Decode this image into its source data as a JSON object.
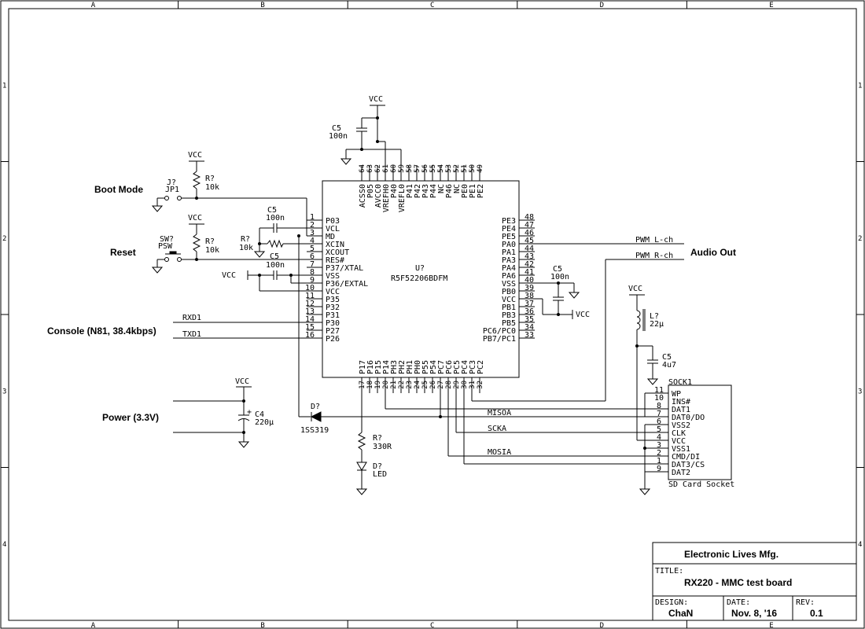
{
  "frame": {
    "columns": [
      "A",
      "B",
      "C",
      "D",
      "E"
    ],
    "rows": [
      "1",
      "2",
      "3",
      "4"
    ]
  },
  "title_block": {
    "company": "Electronic Lives Mfg.",
    "title_label": "TITLE:",
    "title": "RX220 - MMC test board",
    "design_label": "DESIGN:",
    "designer": "ChaN",
    "date_label": "DATE:",
    "date": "Nov. 8, '16",
    "rev_label": "REV:",
    "rev": "0.1"
  },
  "sections": {
    "boot_mode": "Boot Mode",
    "reset": "Reset",
    "console": "Console (N81, 38.4kbps)",
    "power": "Power (3.3V)",
    "audio_out": "Audio Out"
  },
  "mcu": {
    "ref": "U?",
    "part": "R5F52206BDFM",
    "left_pins": [
      {
        "num": "1",
        "name": "P03"
      },
      {
        "num": "2",
        "name": "VCL"
      },
      {
        "num": "3",
        "name": "MD"
      },
      {
        "num": "4",
        "name": "XCIN"
      },
      {
        "num": "5",
        "name": "XCOUT"
      },
      {
        "num": "6",
        "name": "RES#"
      },
      {
        "num": "7",
        "name": "P37/XTAL"
      },
      {
        "num": "8",
        "name": "VSS"
      },
      {
        "num": "9",
        "name": "P36/EXTAL"
      },
      {
        "num": "10",
        "name": "VCC"
      },
      {
        "num": "11",
        "name": "P35"
      },
      {
        "num": "12",
        "name": "P32"
      },
      {
        "num": "13",
        "name": "P31"
      },
      {
        "num": "14",
        "name": "P30"
      },
      {
        "num": "15",
        "name": "P27"
      },
      {
        "num": "16",
        "name": "P26"
      }
    ],
    "right_pins": [
      {
        "num": "48",
        "name": "PE3"
      },
      {
        "num": "47",
        "name": "PE4"
      },
      {
        "num": "46",
        "name": "PE5"
      },
      {
        "num": "45",
        "name": "PA0"
      },
      {
        "num": "44",
        "name": "PA1"
      },
      {
        "num": "43",
        "name": "PA3"
      },
      {
        "num": "42",
        "name": "PA4"
      },
      {
        "num": "41",
        "name": "PA6"
      },
      {
        "num": "40",
        "name": "VSS"
      },
      {
        "num": "39",
        "name": "PB0"
      },
      {
        "num": "38",
        "name": "VCC"
      },
      {
        "num": "37",
        "name": "PB1"
      },
      {
        "num": "36",
        "name": "PB3"
      },
      {
        "num": "35",
        "name": "PB5"
      },
      {
        "num": "34",
        "name": "PC6/PC0"
      },
      {
        "num": "33",
        "name": "PB7/PC1"
      }
    ],
    "top_pins": [
      {
        "num": "64",
        "name": "ACSS0"
      },
      {
        "num": "63",
        "name": "P05"
      },
      {
        "num": "62",
        "name": "AVCC0"
      },
      {
        "num": "61",
        "name": "VREFH0"
      },
      {
        "num": "60",
        "name": "P40"
      },
      {
        "num": "59",
        "name": "VREFL0"
      },
      {
        "num": "58",
        "name": "P41"
      },
      {
        "num": "57",
        "name": "P42"
      },
      {
        "num": "56",
        "name": "P43"
      },
      {
        "num": "55",
        "name": "P44"
      },
      {
        "num": "54",
        "name": "NC"
      },
      {
        "num": "53",
        "name": "P46"
      },
      {
        "num": "52",
        "name": "NC"
      },
      {
        "num": "51",
        "name": "PE0"
      },
      {
        "num": "50",
        "name": "PE1"
      },
      {
        "num": "49",
        "name": "PE2"
      }
    ],
    "bottom_pins": [
      {
        "num": "17",
        "name": "P17"
      },
      {
        "num": "18",
        "name": "P16"
      },
      {
        "num": "19",
        "name": "P15"
      },
      {
        "num": "20",
        "name": "P14"
      },
      {
        "num": "21",
        "name": "PH3"
      },
      {
        "num": "22",
        "name": "PH2"
      },
      {
        "num": "23",
        "name": "PH1"
      },
      {
        "num": "24",
        "name": "PH0"
      },
      {
        "num": "25",
        "name": "P55"
      },
      {
        "num": "26",
        "name": "P54"
      },
      {
        "num": "27",
        "name": "PC7"
      },
      {
        "num": "28",
        "name": "PC6"
      },
      {
        "num": "29",
        "name": "PC5"
      },
      {
        "num": "30",
        "name": "PC4"
      },
      {
        "num": "31",
        "name": "PC3"
      },
      {
        "num": "32",
        "name": "PC2"
      }
    ]
  },
  "sd_socket": {
    "ref": "SOCK1",
    "caption": "SD Card Socket",
    "pins": [
      {
        "num": "11",
        "name": "WP"
      },
      {
        "num": "10",
        "name": "INS#"
      },
      {
        "num": "8",
        "name": "DAT1"
      },
      {
        "num": "7",
        "name": "DAT0/DO"
      },
      {
        "num": "6",
        "name": "VSS2"
      },
      {
        "num": "5",
        "name": "CLK"
      },
      {
        "num": "4",
        "name": "VCC"
      },
      {
        "num": "3",
        "name": "VSS1"
      },
      {
        "num": "2",
        "name": "CMD/DI"
      },
      {
        "num": "1",
        "name": "DAT3/CS"
      },
      {
        "num": "9",
        "name": "DAT2"
      }
    ]
  },
  "parts": {
    "vcc": "VCC",
    "c_top_ref": "C5",
    "c_top_val": "100n",
    "jp_ref": "J?",
    "jp_val": "JP1",
    "r_boot_ref": "R?",
    "r_boot_val": "10k",
    "sw_ref": "SW?",
    "sw_val": "PSW",
    "r_reset_ref": "R?",
    "r_reset_val": "10k",
    "c_vcl_ref": "C5",
    "c_vcl_val": "100n",
    "r_md_ref": "R?",
    "r_md_val": "10k",
    "c_vcc_ref": "C5",
    "c_vcc_val": "100n",
    "c_right_ref": "C5",
    "c_right_val": "100n",
    "l_ref": "L?",
    "l_val": "22µ",
    "c_sd_ref": "C5",
    "c_sd_val": "4u7",
    "c_pwr_ref": "C4",
    "c_pwr_val": "220µ",
    "d_ref": "D?",
    "d_val": "1SS319",
    "r_led_ref": "R?",
    "r_led_val": "330R",
    "led_ref": "D?",
    "led_val": "LED"
  },
  "nets": {
    "rxd": "RXD1",
    "txd": "TXD1",
    "pwm_l": "PWM L-ch",
    "pwm_r": "PWM R-ch",
    "miso": "MISOA",
    "sck": "SCKA",
    "mosi": "MOSIA"
  }
}
